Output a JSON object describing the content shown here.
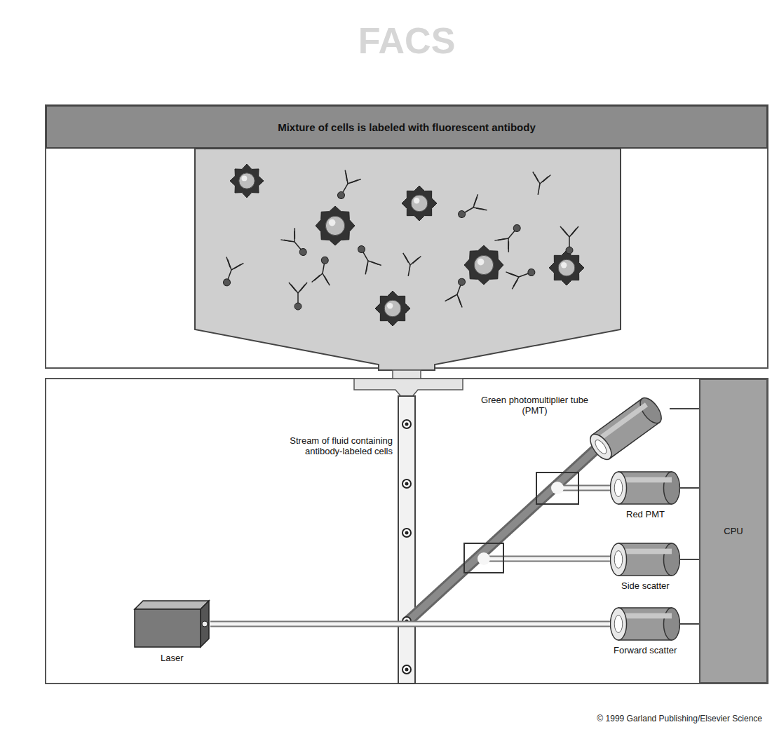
{
  "diagram": {
    "title": "FACS",
    "caption": "© 1999 Garland Publishing/Elsevier Science",
    "nodes": [
      {
        "text": [
          "Mixture of cells is labeled with fluorescent antibody"
        ]
      },
      {
        "text": [
          "Green photomultiplier tube (PMT)"
        ]
      },
      {
        "text": [
          "Red PMT"
        ]
      },
      {
        "text": [
          "Side scatter"
        ]
      },
      {
        "text": [
          "Laser"
        ]
      },
      {
        "text": [
          "Forward scatter"
        ]
      },
      {
        "text": [
          "CPU"
        ]
      }
    ],
    "edges": [
      {
        "from": 4,
        "to": 5,
        "arrow": "none"
      },
      {
        "from": 1,
        "to": 6,
        "arrow": "none"
      },
      {
        "from": 2,
        "to": 6,
        "arrow": "none"
      },
      {
        "from": 3,
        "to": 6,
        "arrow": "none"
      },
      {
        "from": 5,
        "to": 6,
        "arrow": "none"
      }
    ],
    "labels": [
      "Stream of fluid containing antibody-labeled cells"
    ]
  }
}
